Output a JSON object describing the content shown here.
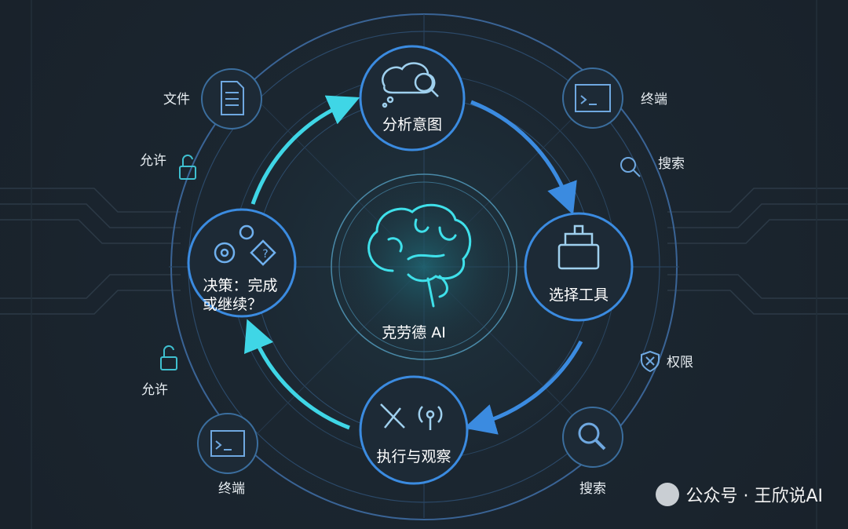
{
  "center": {
    "label": "克劳德 AI",
    "icon": "brain-icon"
  },
  "steps": [
    {
      "label": "分析意图",
      "icon": "thought-search-icon"
    },
    {
      "label": "选择工具",
      "icon": "toolbox-icon"
    },
    {
      "label": "执行与观察",
      "icon": "tools-signal-icon"
    },
    {
      "label_line1": "决策：完成",
      "label_line2": "或继续？",
      "icon": "gears-question-icon"
    }
  ],
  "satellites": {
    "file": "文件",
    "allow_top": "允许",
    "allow_bottom": "允许",
    "terminal_top": "终端",
    "search_top": "搜索",
    "permission": "权限",
    "search_bottom": "搜索",
    "terminal_bottom": "终端"
  },
  "colors": {
    "accent_cyan": "#3fd6e6",
    "accent_blue": "#3b8be0",
    "ring": "#3d6fa8",
    "background": "#1b242e"
  },
  "watermark": "公众号 · 王欣说AI"
}
